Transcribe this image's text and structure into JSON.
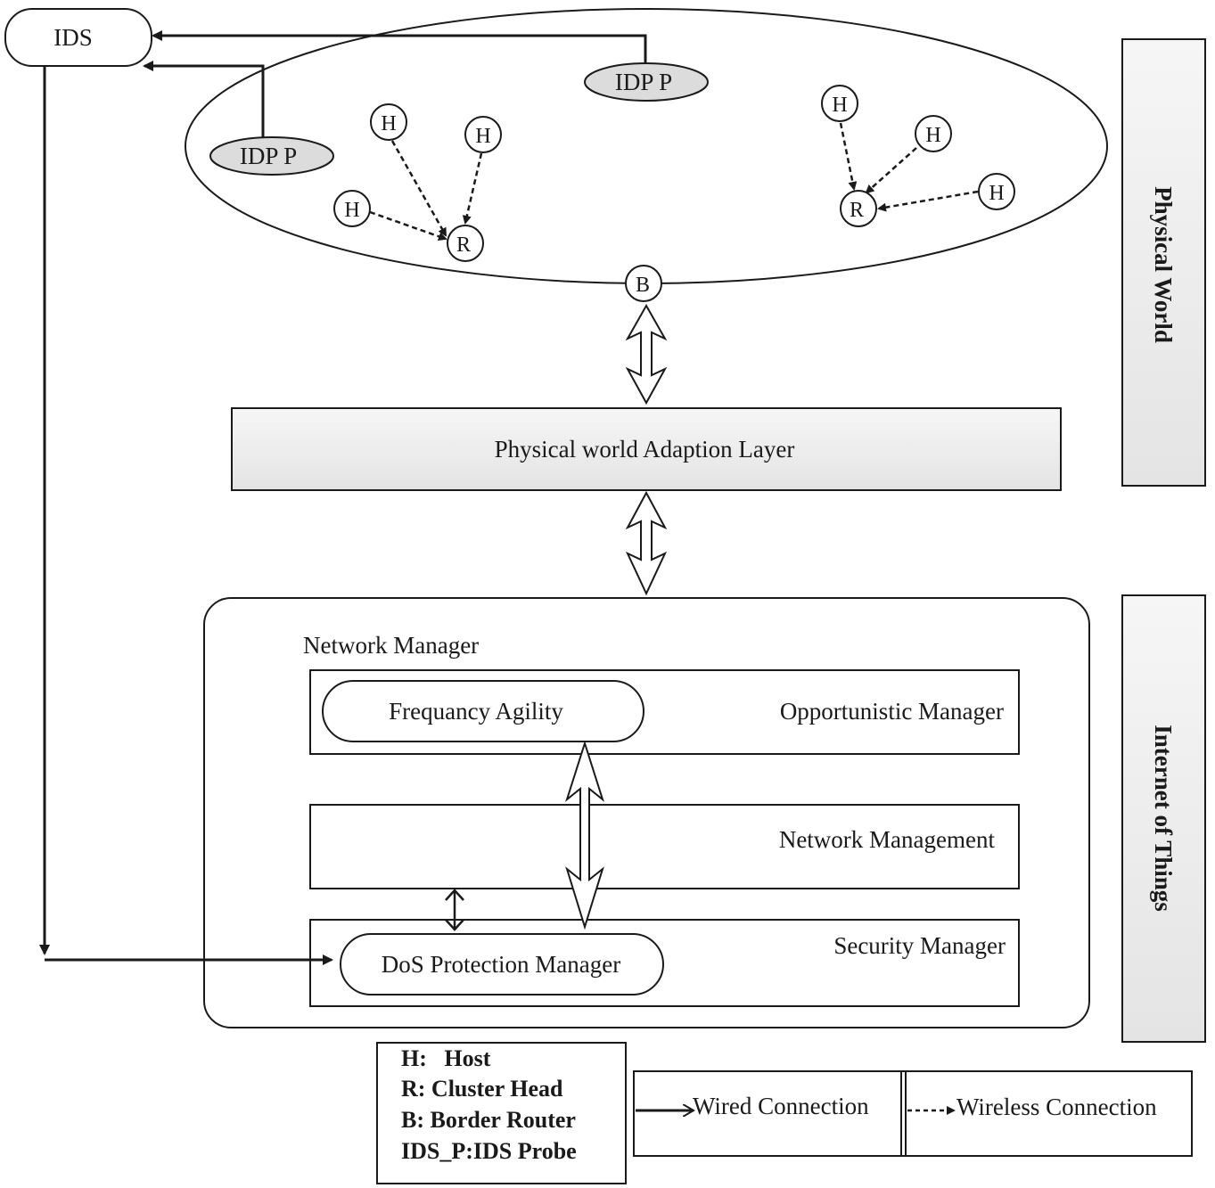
{
  "ids": {
    "label": "IDS"
  },
  "probes": [
    {
      "label": "IDP P"
    },
    {
      "label": "IDP P"
    }
  ],
  "nodes": {
    "host": "H",
    "cluster_head": "R",
    "border_router": "B"
  },
  "side_labels": {
    "physical_world": "Physical World",
    "iot": "Internet of Things"
  },
  "adaption_layer": {
    "label": "Physical world Adaption Layer"
  },
  "network_manager": {
    "title": "Network Manager",
    "opportunistic": "Opportunistic Manager",
    "freq_agility": "Frequancy Agility",
    "network_management": "Network Management",
    "security": "Security Manager",
    "dos": "DoS Protection Manager"
  },
  "legend": {
    "items": [
      "H:   Host",
      "R: Cluster Head",
      "B: Border Router",
      "IDS_P:IDS Probe"
    ],
    "wired": "Wired Connection",
    "wireless": "Wireless Connection"
  },
  "colors": {
    "box_fill": "#eeeeee",
    "probe_fill": "#dcdcdc",
    "stroke": "#1a1a1a"
  }
}
